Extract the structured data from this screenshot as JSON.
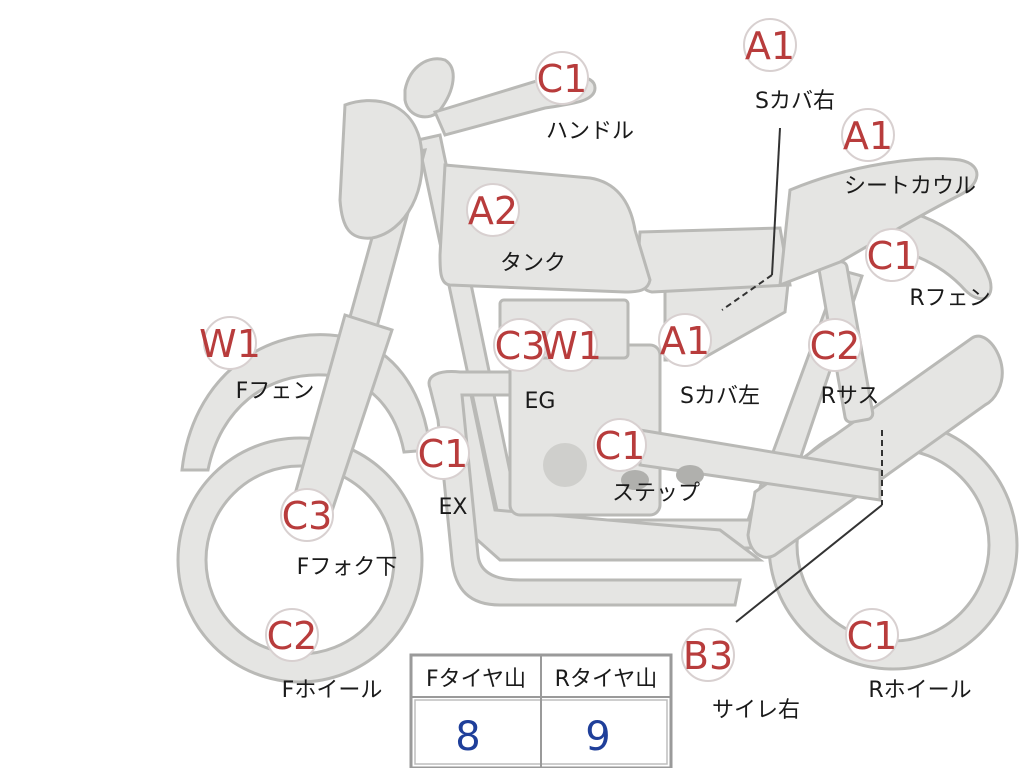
{
  "colors": {
    "code": "#b83c3c",
    "label": "#1a1a1a",
    "body_fill": "#e5e5e3",
    "body_stroke": "#b9b9b6",
    "table_value": "#1f3f9a"
  },
  "callouts": [
    {
      "id": "handle",
      "code": "C1",
      "label": "ハンドル"
    },
    {
      "id": "s-cover-right",
      "code": "A1",
      "label": "Sカバ右"
    },
    {
      "id": "seat-cowl",
      "code": "A1",
      "label": "シートカウル"
    },
    {
      "id": "tank",
      "code": "A2",
      "label": "タンク"
    },
    {
      "id": "r-fender",
      "code": "C1",
      "label": "Rフェン"
    },
    {
      "id": "f-fender",
      "code": "W1",
      "label": "Fフェン"
    },
    {
      "id": "eg",
      "code": "C3",
      "code2": "W1",
      "label": "EG"
    },
    {
      "id": "s-cover-left",
      "code": "A1",
      "label": "Sカバ左"
    },
    {
      "id": "r-suspension",
      "code": "C2",
      "label": "Rサス"
    },
    {
      "id": "ex",
      "code": "C1",
      "label": "EX"
    },
    {
      "id": "step",
      "code": "C1",
      "label": "ステップ"
    },
    {
      "id": "f-fork-lower",
      "code": "C3",
      "label": "Fフォク下"
    },
    {
      "id": "f-wheel",
      "code": "C2",
      "label": "Fホイール"
    },
    {
      "id": "r-wheel",
      "code": "C1",
      "label": "Rホイール"
    },
    {
      "id": "silencer-right",
      "code": "B3",
      "label": "サイレ右"
    }
  ],
  "tire_table": {
    "headers": [
      "Fタイヤ山",
      "Rタイヤ山"
    ],
    "values": [
      "8",
      "9"
    ]
  }
}
